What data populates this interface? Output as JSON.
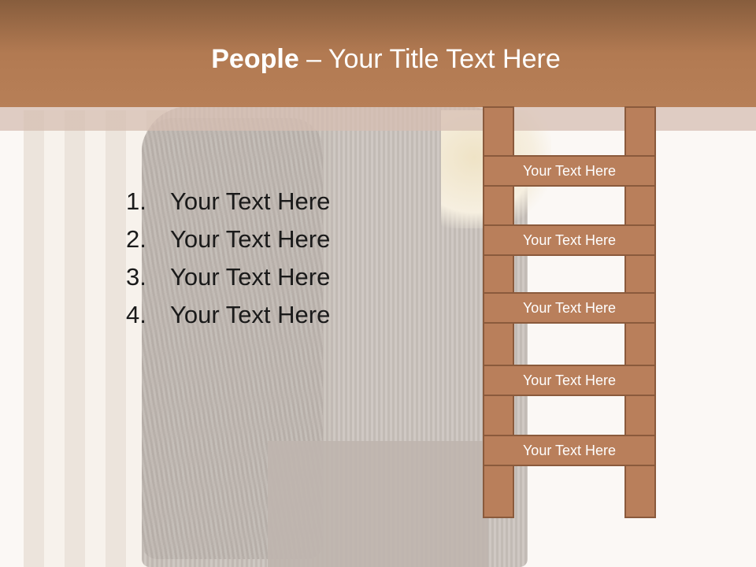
{
  "title": {
    "bold": "People",
    "rest": " – Your Title Text Here"
  },
  "list": [
    {
      "num": "1.",
      "text": "Your Text Here"
    },
    {
      "num": "2.",
      "text": "Your Text Here"
    },
    {
      "num": "3.",
      "text": "Your Text Here"
    },
    {
      "num": "4.",
      "text": "Your Text Here"
    }
  ],
  "ladder": {
    "rungs": [
      "Your Text Here",
      "Your Text Here",
      "Your Text Here",
      "Your Text Here",
      "Your Text Here"
    ]
  },
  "colors": {
    "header_top": "#875d3d",
    "header_bottom": "#b77f57",
    "ladder_fill": "#b97f5b",
    "ladder_border": "#8a5a3c"
  }
}
